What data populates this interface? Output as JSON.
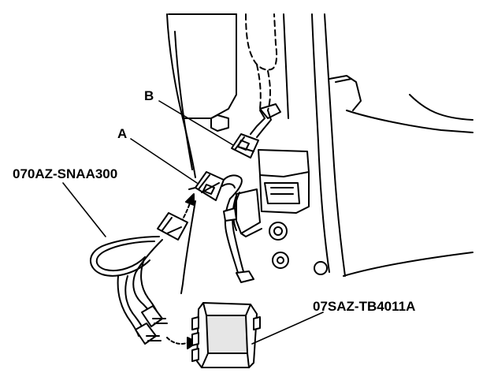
{
  "callouts": {
    "b": "B",
    "a": "A",
    "harness_part": "070AZ-SNAA300",
    "module_part": "07SAZ-TB4011A"
  },
  "colors": {
    "ink": "#000000",
    "paper": "#ffffff",
    "shade": "#e6e6e6"
  }
}
